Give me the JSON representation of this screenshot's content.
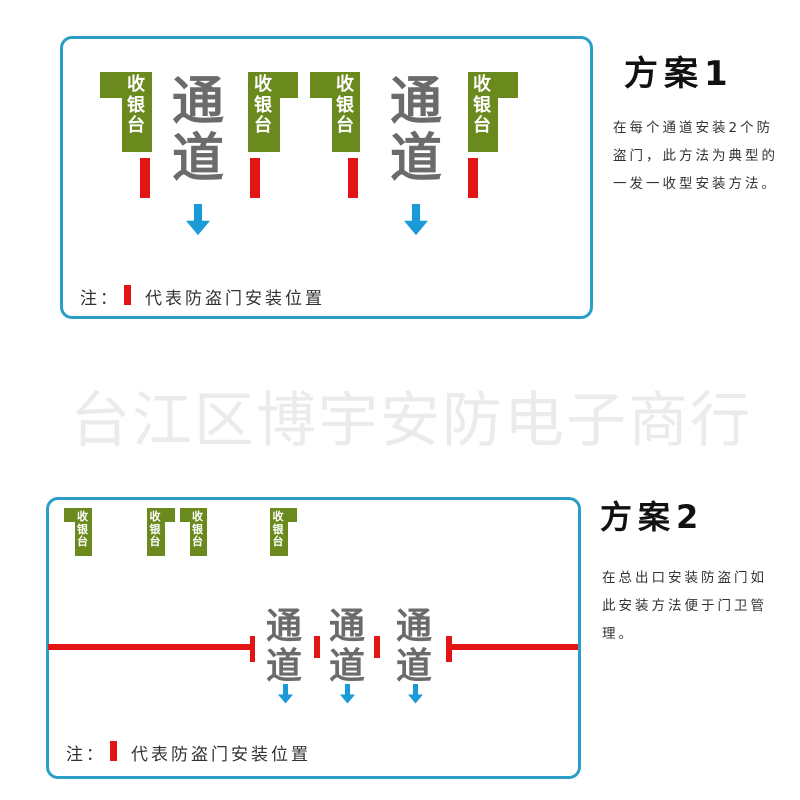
{
  "watermark": "台江区博宇安防电子商行",
  "cashier_label": "收银台",
  "channel_label": "通道",
  "plan1": {
    "title": "方案1",
    "description": "在每个通道安装2个防盗门，此方法为典型的一发一收型安装方法。",
    "note_prefix": "注：",
    "note_text": "代表防盗门安装位置"
  },
  "plan2": {
    "title": "方案2",
    "description": "在总出口安装防盗门如此安装方法便于门卫管理。",
    "note_prefix": "注：",
    "note_text": "代表防盗门安装位置"
  },
  "colors": {
    "border": "#2a9ec9",
    "cashier": "#6b8a1e",
    "door": "#e31414",
    "arrow": "#1a9ad6",
    "channel": "#6b6b6b"
  }
}
